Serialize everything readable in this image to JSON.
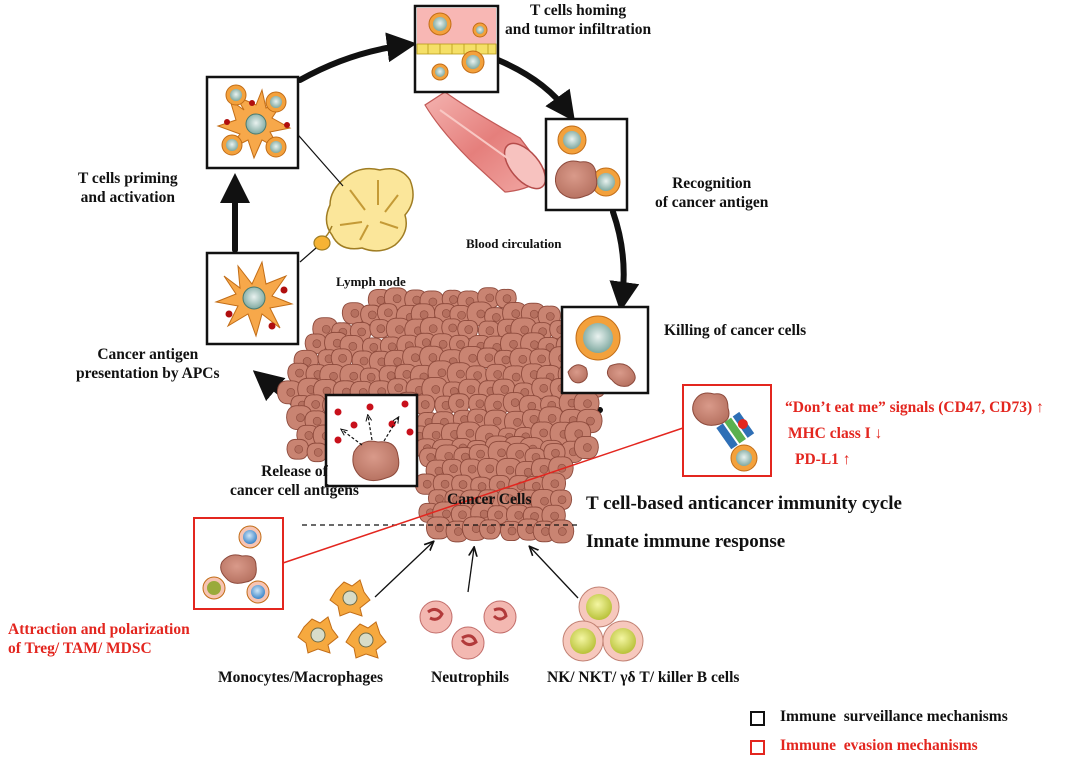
{
  "diagram": {
    "cycle_steps": {
      "homing": "T cells homing\nand tumor infiltration",
      "recognition": "Recognition\nof cancer antigen",
      "killing": "Killing of cancer cells",
      "release": "Release of\ncancer cell antigens",
      "presentation": "Cancer antigen\npresentation by APCs",
      "priming": "T cells priming\nand activation"
    },
    "center_labels": {
      "blood": "Blood circulation",
      "lymph": "Lymph node",
      "cancer_cells": "Cancer Cells"
    },
    "section_titles": {
      "cycle": "T cell-based anticancer immunity cycle",
      "innate": "Innate immune response"
    },
    "evasion": {
      "signals": [
        "“Don’t eat me” signals (CD47, CD73) ↑",
        "MHC class I ↓",
        "PD-L1 ↑"
      ],
      "attraction": "Attraction and polarization\nof Treg/ TAM/ MDSC"
    },
    "innate_cells": {
      "monocytes": "Monocytes/Macrophages",
      "neutrophils": "Neutrophils",
      "nk": "NK/ NKT/ γδ T/ killer B cells"
    },
    "legend": {
      "surveillance": "Immune  surveillance mechanisms",
      "evasion": "Immune  evasion mechanisms"
    },
    "colors": {
      "evasion_red": "#e3261f",
      "cancer_cell": "#c98472",
      "t_cell_orange": "#f3a13c",
      "apc_orange": "#f7a84a",
      "lymph_yellow": "#fbe69a",
      "vessel_pink": "#e98a88"
    }
  }
}
